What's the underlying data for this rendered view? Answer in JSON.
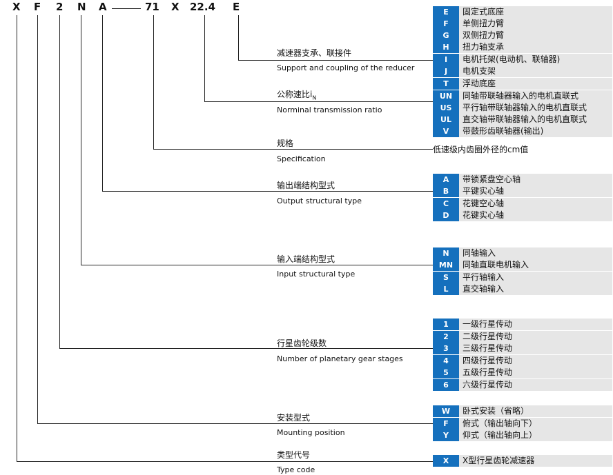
{
  "model_code": {
    "c1": "X",
    "c2": "F",
    "c3": "2",
    "c4": "N",
    "c5": "A",
    "c6": "71",
    "c7": "X",
    "c8": "22.4",
    "c9": "E"
  },
  "labels": {
    "support": {
      "cn": "减速器支承、联接件",
      "en": "Support and coupling of the reducer"
    },
    "ratio": {
      "cn": "公称速比i",
      "sub": "N",
      "en": "Norminal transmission ratio"
    },
    "spec": {
      "cn": "规格",
      "en": "Specification"
    },
    "output": {
      "cn": "输出端结构型式",
      "en": "Output structural type"
    },
    "input": {
      "cn": "输入端结构型式",
      "en": "Input structural type"
    },
    "stages": {
      "cn": "行星齿轮级数",
      "en": "Number of planetary gear stages"
    },
    "mounting": {
      "cn": "安装型式",
      "en": "Mounting position"
    },
    "typecode": {
      "cn": "类型代号",
      "en": "Type code"
    }
  },
  "spec_value": "低速级内齿圈外径的cm值",
  "support_options": [
    {
      "code": "E",
      "text": "固定式底座"
    },
    {
      "code": "F",
      "text": "单侧扭力臂"
    },
    {
      "code": "G",
      "text": "双侧扭力臂"
    },
    {
      "code": "H",
      "text": "扭力轴支承"
    },
    {
      "code": "I",
      "text": "电机托架(电动机、联轴器)"
    },
    {
      "code": "J",
      "text": "电机支架"
    },
    {
      "code": "T",
      "text": "浮动底座"
    },
    {
      "code": "UN",
      "text": "同轴带联轴器输入的电机直联式"
    },
    {
      "code": "US",
      "text": "平行轴带联轴器输入的电机直联式"
    },
    {
      "code": "UL",
      "text": "直交轴带联轴器输入的电机直联式"
    },
    {
      "code": "V",
      "text": "带鼓形齿联轴器(输出)"
    }
  ],
  "output_options": [
    {
      "code": "A",
      "text": "带锁紧盘空心轴"
    },
    {
      "code": "B",
      "text": "平键实心轴"
    },
    {
      "code": "C",
      "text": "花键空心轴"
    },
    {
      "code": "D",
      "text": "花键实心轴"
    }
  ],
  "input_options": [
    {
      "code": "N",
      "text": "同轴输入"
    },
    {
      "code": "MN",
      "text": "同轴直联电机输入"
    },
    {
      "code": "S",
      "text": "平行轴输入"
    },
    {
      "code": "L",
      "text": "直交轴输入"
    }
  ],
  "stage_options": [
    {
      "code": "1",
      "text": "一级行星传动"
    },
    {
      "code": "2",
      "text": "二级行星传动"
    },
    {
      "code": "3",
      "text": "三级行星传动"
    },
    {
      "code": "4",
      "text": "四级行星传动"
    },
    {
      "code": "5",
      "text": "五级行星传动"
    },
    {
      "code": "6",
      "text": "六级行星传动"
    }
  ],
  "mounting_options": [
    {
      "code": "W",
      "text": "卧式安装（省略）"
    },
    {
      "code": "F",
      "text": "俯式（输出轴向下）"
    },
    {
      "code": "Y",
      "text": "仰式（输出轴向上）"
    }
  ],
  "type_options": [
    {
      "code": "X",
      "text": "X型行星齿轮减速器"
    }
  ],
  "colors": {
    "badge": "#1570bd",
    "row": "#e6e6e6",
    "line": "#222222"
  }
}
